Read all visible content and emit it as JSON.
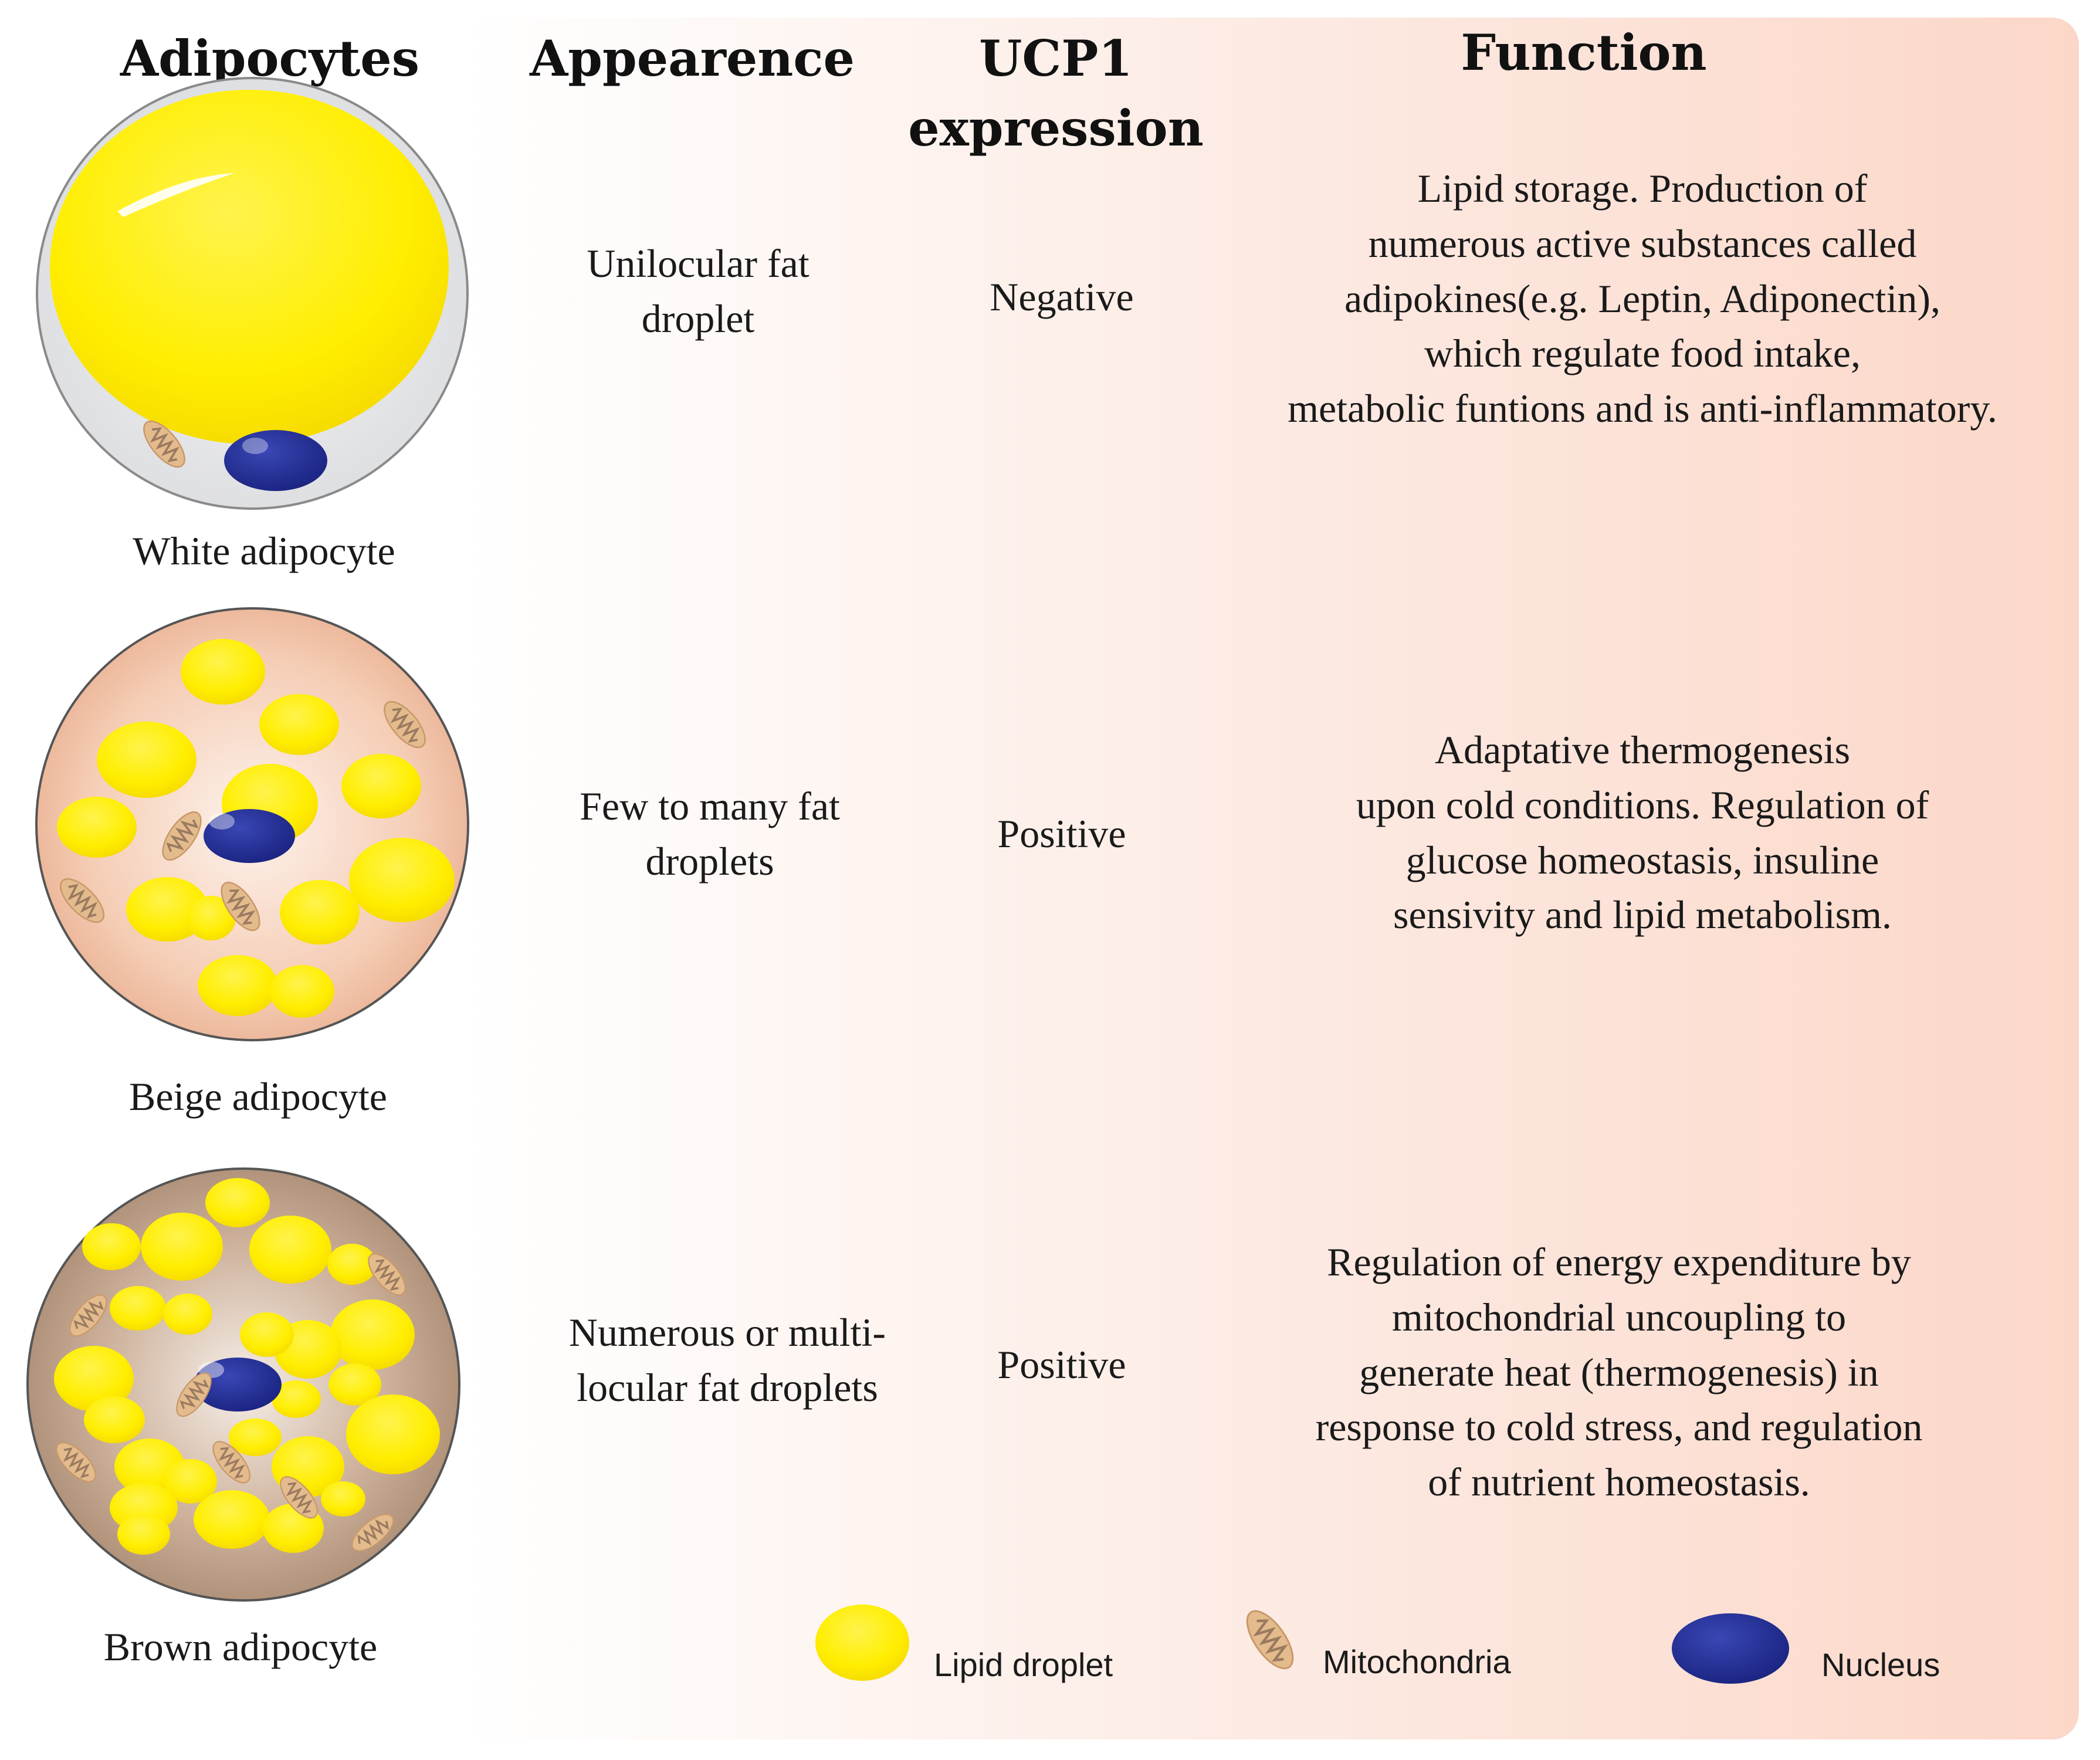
{
  "headers": {
    "adipocytes": "Adipocytes",
    "appearance": "Appearence",
    "ucp1_line1": "UCP1",
    "ucp1_line2": "expression",
    "function": "Function"
  },
  "rows": [
    {
      "caption": "White adipocyte",
      "appearance": [
        "Unilocular fat",
        "droplet"
      ],
      "ucp1": "Negative",
      "function": [
        "Lipid storage. Production of",
        "numerous active substances called",
        "adipokines(e.g. Leptin, Adiponectin),",
        "which regulate food intake,",
        "metabolic funtions and is anti-inflammatory."
      ]
    },
    {
      "caption": "Beige adipocyte",
      "appearance": [
        "Few to many fat",
        "droplets"
      ],
      "ucp1": "Positive",
      "function": [
        "Adaptative thermogenesis",
        "upon cold conditions. Regulation of",
        "glucose homeostasis, insuline",
        "sensivity and lipid metabolism."
      ]
    },
    {
      "caption": "Brown adipocyte",
      "appearance": [
        "Numerous or multi-",
        "locular fat droplets"
      ],
      "ucp1": "Positive",
      "function": [
        "Regulation of energy expenditure by",
        "mitochondrial uncoupling to",
        "generate heat (thermogenesis) in",
        "response to cold stress, and regulation",
        "of nutrient homeostasis."
      ]
    }
  ],
  "legend": {
    "lipid": "Lipid droplet",
    "mito": "Mitochondria",
    "nucleus": "Nucleus"
  },
  "colors": {
    "lipid": "#ffee00",
    "nucleus": "#1f2a8f",
    "mitochondria": "#e0b98a",
    "white_cytoplasm": "#e4e5e6",
    "beige_cytoplasm": "#efbfa3",
    "brown_cytoplasm": "#b99a80"
  }
}
